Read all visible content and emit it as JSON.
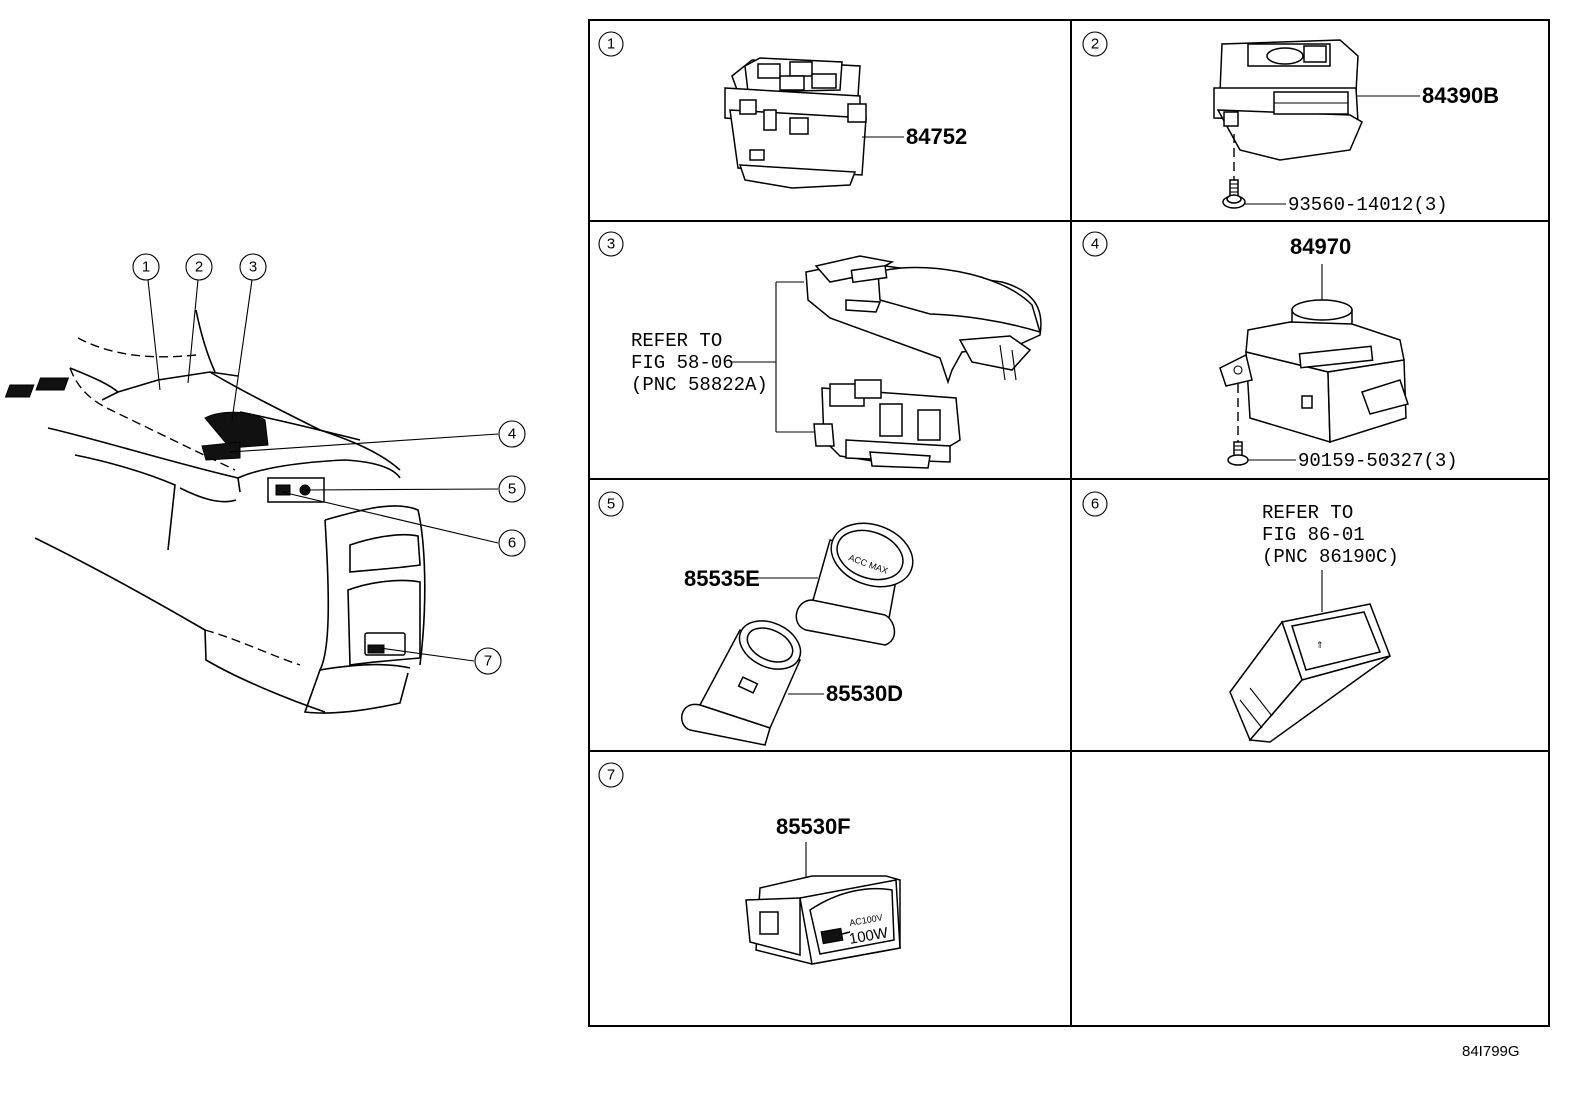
{
  "callouts": [
    "1",
    "2",
    "3",
    "4",
    "5",
    "6",
    "7"
  ],
  "panels": {
    "p1": {
      "num": "1",
      "parts": [
        "84752"
      ]
    },
    "p2": {
      "num": "2",
      "parts": [
        "84390B",
        "93560-14012(3)"
      ]
    },
    "p3": {
      "num": "3",
      "refer": [
        "REFER TO",
        "FIG 58-06",
        "(PNC 58822A)"
      ]
    },
    "p4": {
      "num": "4",
      "parts": [
        "84970",
        "90159-50327(3)"
      ]
    },
    "p5": {
      "num": "5",
      "parts": [
        "85535E",
        "85530D"
      ]
    },
    "p6": {
      "num": "6",
      "refer": [
        "REFER TO",
        "FIG 86-01",
        "(PNC 86190C)"
      ]
    },
    "p7": {
      "num": "7",
      "parts": [
        "85530F"
      ],
      "marking": [
        "AC100V",
        "100W"
      ]
    }
  },
  "diagram_code": "84I799G"
}
